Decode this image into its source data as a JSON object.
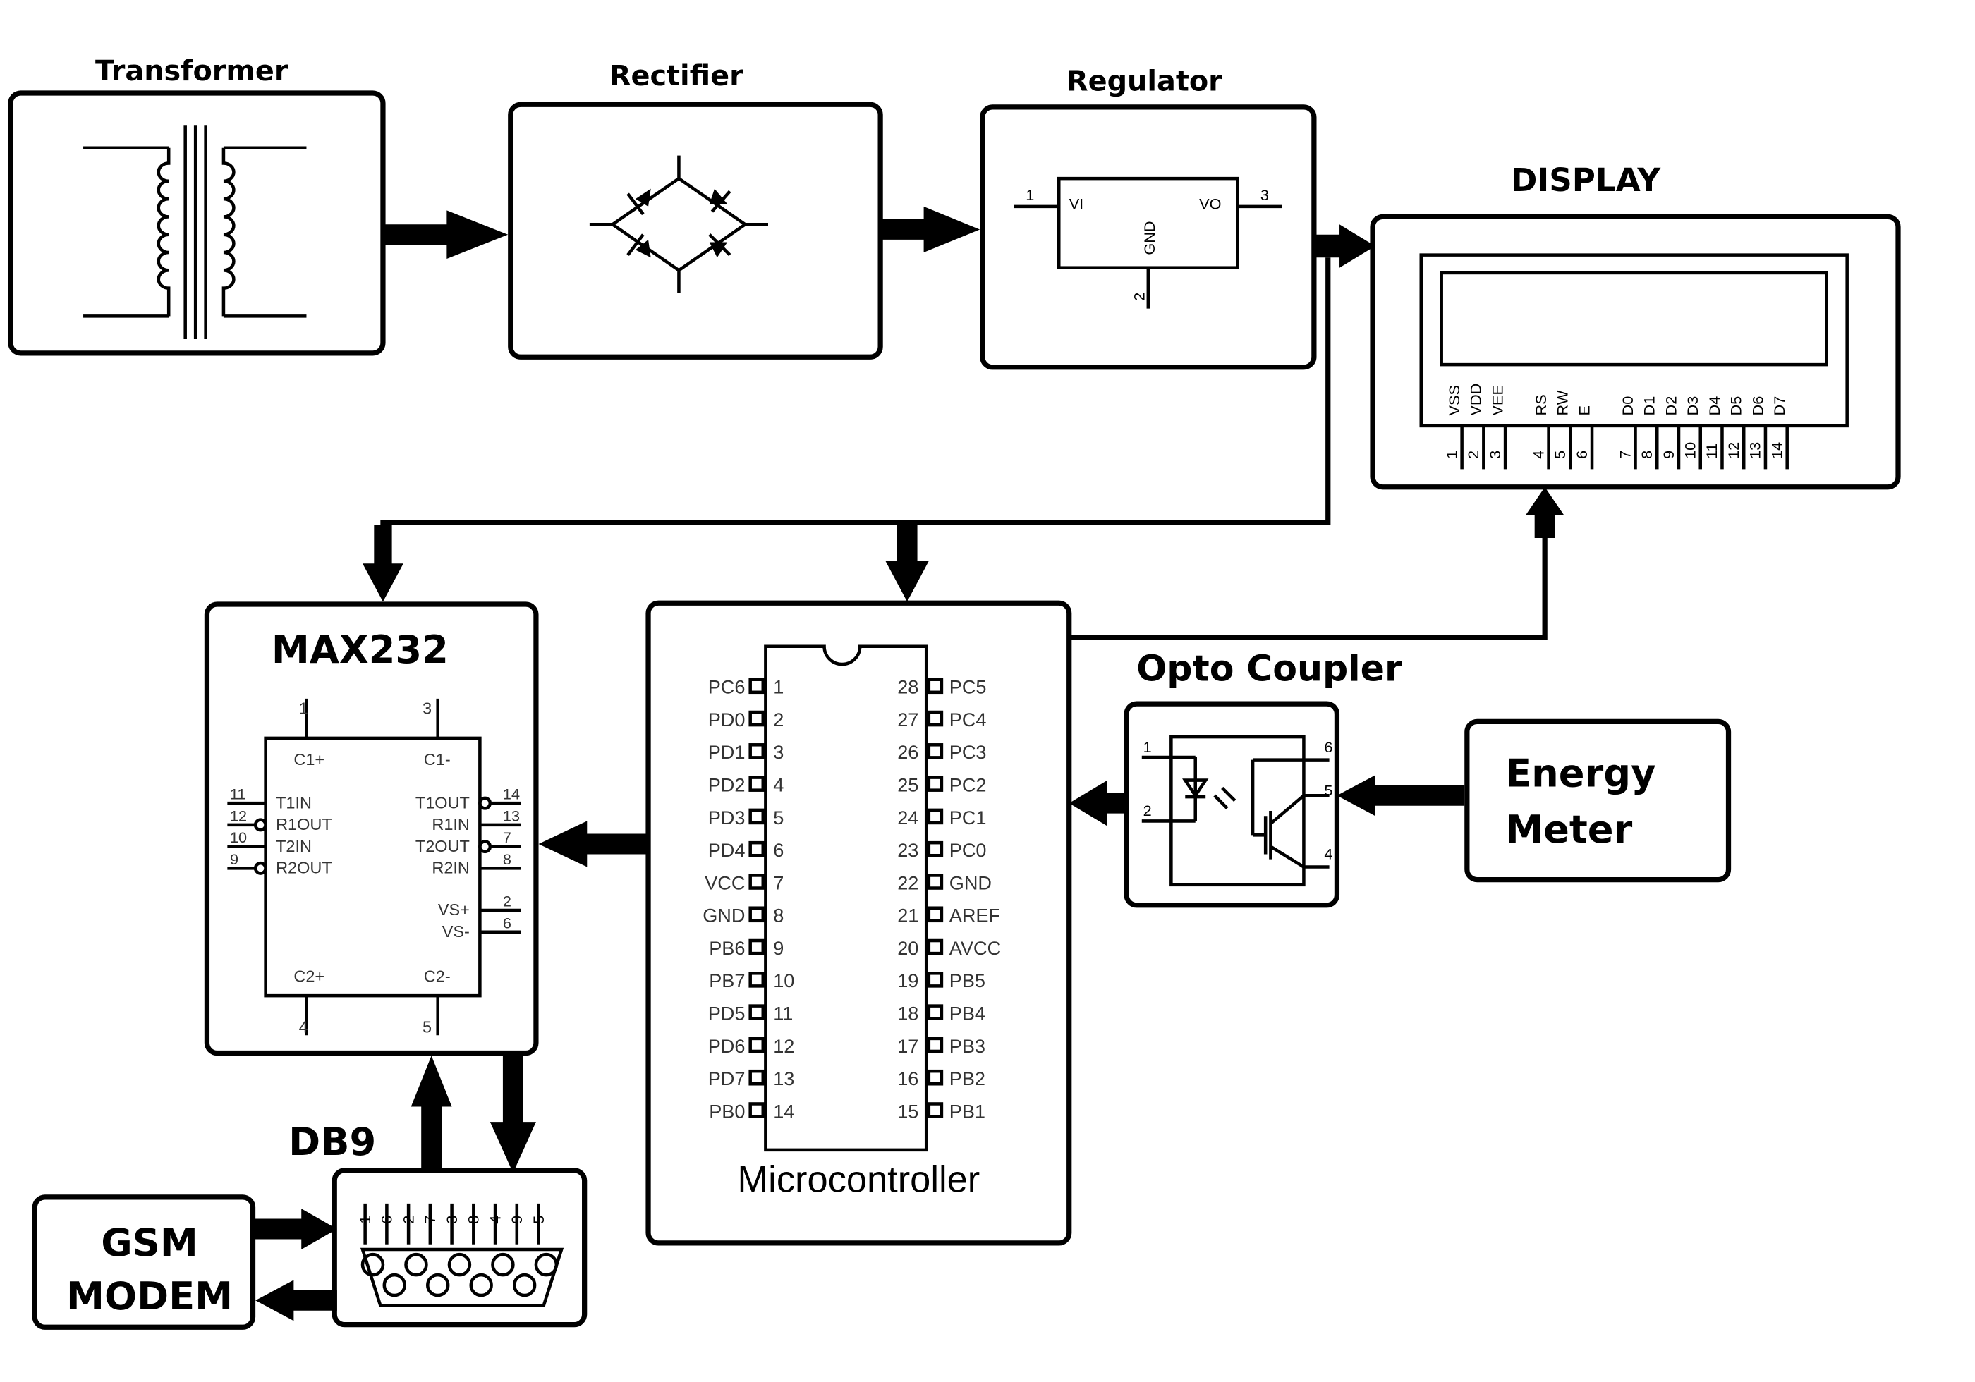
{
  "blocks": {
    "transformer": {
      "label": "Transformer"
    },
    "rectifier": {
      "label": "Rectifier"
    },
    "regulator": {
      "label": "Regulator",
      "vi": "VI",
      "vo": "VO",
      "gnd": "GND",
      "pin_in": "1",
      "pin_out": "3",
      "pin_gnd": "2"
    },
    "display": {
      "label": "DISPLAY",
      "pins": [
        {
          "name": "VSS",
          "num": "1"
        },
        {
          "name": "VDD",
          "num": "2"
        },
        {
          "name": "VEE",
          "num": "3"
        },
        {
          "name": "RS",
          "num": "4"
        },
        {
          "name": "RW",
          "num": "5"
        },
        {
          "name": "E",
          "num": "6"
        },
        {
          "name": "D0",
          "num": "7"
        },
        {
          "name": "D1",
          "num": "8"
        },
        {
          "name": "D2",
          "num": "9"
        },
        {
          "name": "D3",
          "num": "10"
        },
        {
          "name": "D4",
          "num": "11"
        },
        {
          "name": "D5",
          "num": "12"
        },
        {
          "name": "D6",
          "num": "13"
        },
        {
          "name": "D7",
          "num": "14"
        }
      ]
    },
    "max232": {
      "label": "MAX232",
      "top_pins": [
        {
          "num": "1",
          "name": "C1+"
        },
        {
          "num": "3",
          "name": "C1-"
        }
      ],
      "bottom_pins": [
        {
          "num": "4",
          "name": "C2+"
        },
        {
          "num": "5",
          "name": "C2-"
        }
      ],
      "left_pins": [
        {
          "num": "11",
          "name": "T1IN"
        },
        {
          "num": "12",
          "name": "R1OUT"
        },
        {
          "num": "10",
          "name": "T2IN"
        },
        {
          "num": "9",
          "name": "R2OUT"
        }
      ],
      "right_pins": [
        {
          "num": "14",
          "name": "T1OUT"
        },
        {
          "num": "13",
          "name": "R1IN"
        },
        {
          "num": "7",
          "name": "T2OUT"
        },
        {
          "num": "8",
          "name": "R2IN"
        },
        {
          "num": "2",
          "name": "VS+"
        },
        {
          "num": "6",
          "name": "VS-"
        }
      ]
    },
    "microcontroller": {
      "label": "Microcontroller",
      "left_pins": [
        {
          "num": "1",
          "name": "PC6"
        },
        {
          "num": "2",
          "name": "PD0"
        },
        {
          "num": "3",
          "name": "PD1"
        },
        {
          "num": "4",
          "name": "PD2"
        },
        {
          "num": "5",
          "name": "PD3"
        },
        {
          "num": "6",
          "name": "PD4"
        },
        {
          "num": "7",
          "name": "VCC"
        },
        {
          "num": "8",
          "name": "GND"
        },
        {
          "num": "9",
          "name": "PB6"
        },
        {
          "num": "10",
          "name": "PB7"
        },
        {
          "num": "11",
          "name": "PD5"
        },
        {
          "num": "12",
          "name": "PD6"
        },
        {
          "num": "13",
          "name": "PD7"
        },
        {
          "num": "14",
          "name": "PB0"
        }
      ],
      "right_pins": [
        {
          "num": "28",
          "name": "PC5"
        },
        {
          "num": "27",
          "name": "PC4"
        },
        {
          "num": "26",
          "name": "PC3"
        },
        {
          "num": "25",
          "name": "PC2"
        },
        {
          "num": "24",
          "name": "PC1"
        },
        {
          "num": "23",
          "name": "PC0"
        },
        {
          "num": "22",
          "name": "GND"
        },
        {
          "num": "21",
          "name": "AREF"
        },
        {
          "num": "20",
          "name": "AVCC"
        },
        {
          "num": "19",
          "name": "PB5"
        },
        {
          "num": "18",
          "name": "PB4"
        },
        {
          "num": "17",
          "name": "PB3"
        },
        {
          "num": "16",
          "name": "PB2"
        },
        {
          "num": "15",
          "name": "PB1"
        }
      ]
    },
    "opto": {
      "label": "Opto Coupler",
      "pins": {
        "p1": "1",
        "p2": "2",
        "p4": "4",
        "p5": "5",
        "p6": "6"
      }
    },
    "energy_meter": {
      "line1": "Energy",
      "line2": "Meter"
    },
    "db9": {
      "label": "DB9",
      "pins": [
        "1",
        "6",
        "2",
        "7",
        "3",
        "8",
        "4",
        "9",
        "5"
      ]
    },
    "gsm": {
      "line1": "GSM",
      "line2": "MODEM"
    }
  }
}
